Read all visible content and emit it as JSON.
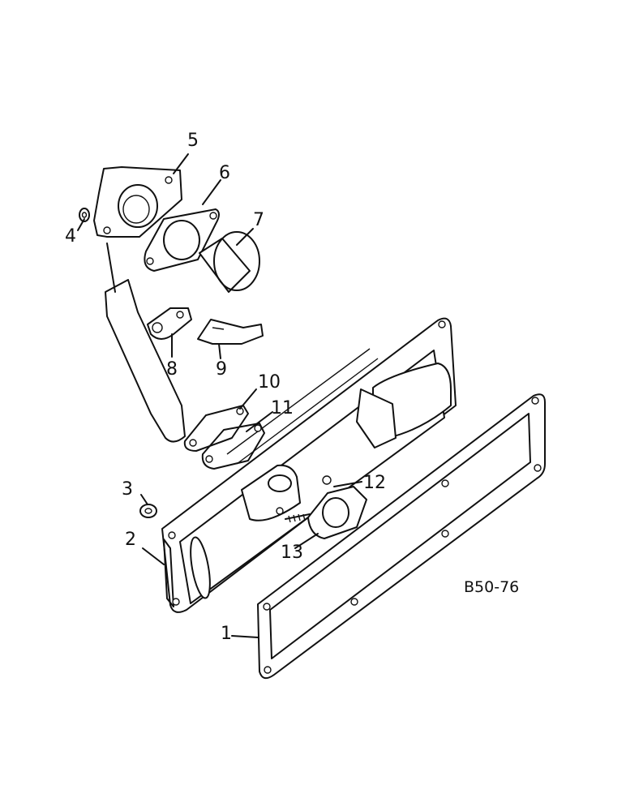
{
  "diagram": {
    "reference_code": "B50-76",
    "callouts": [
      {
        "id": "1",
        "label": "1"
      },
      {
        "id": "2",
        "label": "2"
      },
      {
        "id": "3",
        "label": "3"
      },
      {
        "id": "4",
        "label": "4"
      },
      {
        "id": "5",
        "label": "5"
      },
      {
        "id": "6",
        "label": "6"
      },
      {
        "id": "7",
        "label": "7"
      },
      {
        "id": "8",
        "label": "8"
      },
      {
        "id": "9",
        "label": "9"
      },
      {
        "id": "10",
        "label": "10"
      },
      {
        "id": "11",
        "label": "11"
      },
      {
        "id": "12",
        "label": "12"
      },
      {
        "id": "13",
        "label": "13"
      }
    ]
  }
}
